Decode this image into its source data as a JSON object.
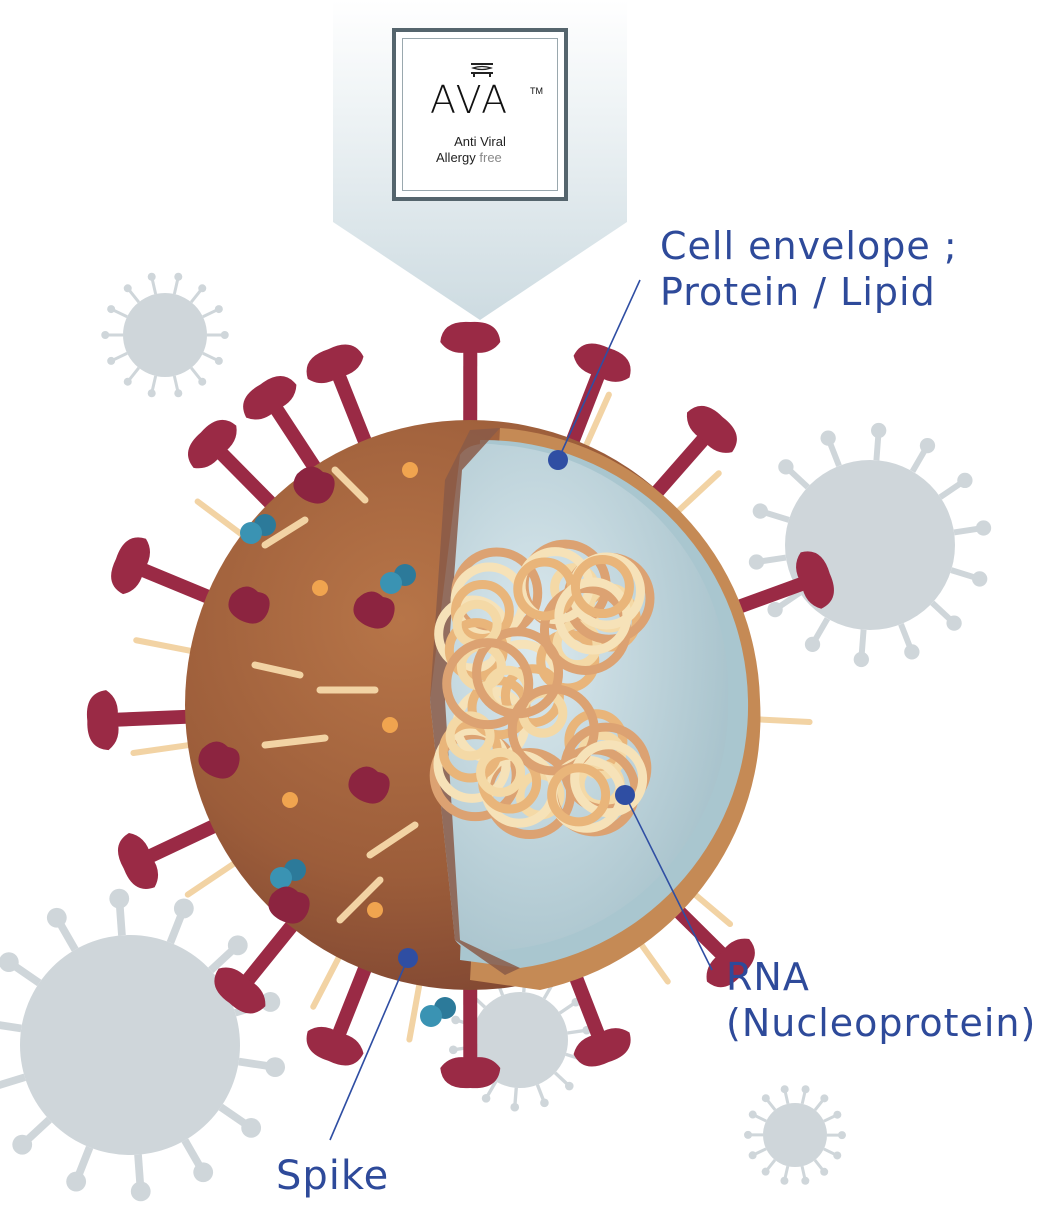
{
  "logo": {
    "name": "AVA",
    "tm": "TM",
    "line1": "Anti Viral",
    "line2_main": "Allergy",
    "line2_suffix": "free"
  },
  "labels": {
    "cell_envelope": [
      "Cell envelope ;",
      "Protein / Lipid"
    ],
    "rna": [
      "RNA",
      "(Nucleoprotein)"
    ],
    "spike": "Spike"
  },
  "colors": {
    "label_text": "#2e4a9a",
    "callout_dot": "#2f4ea3",
    "shell": "#9a5a38",
    "spike": "#9a2a45",
    "inner_core": "#b9d4dc",
    "rna_strand": "#f0c58a",
    "background_virus": "#cfd6da",
    "arrow": "#e6edf0"
  }
}
